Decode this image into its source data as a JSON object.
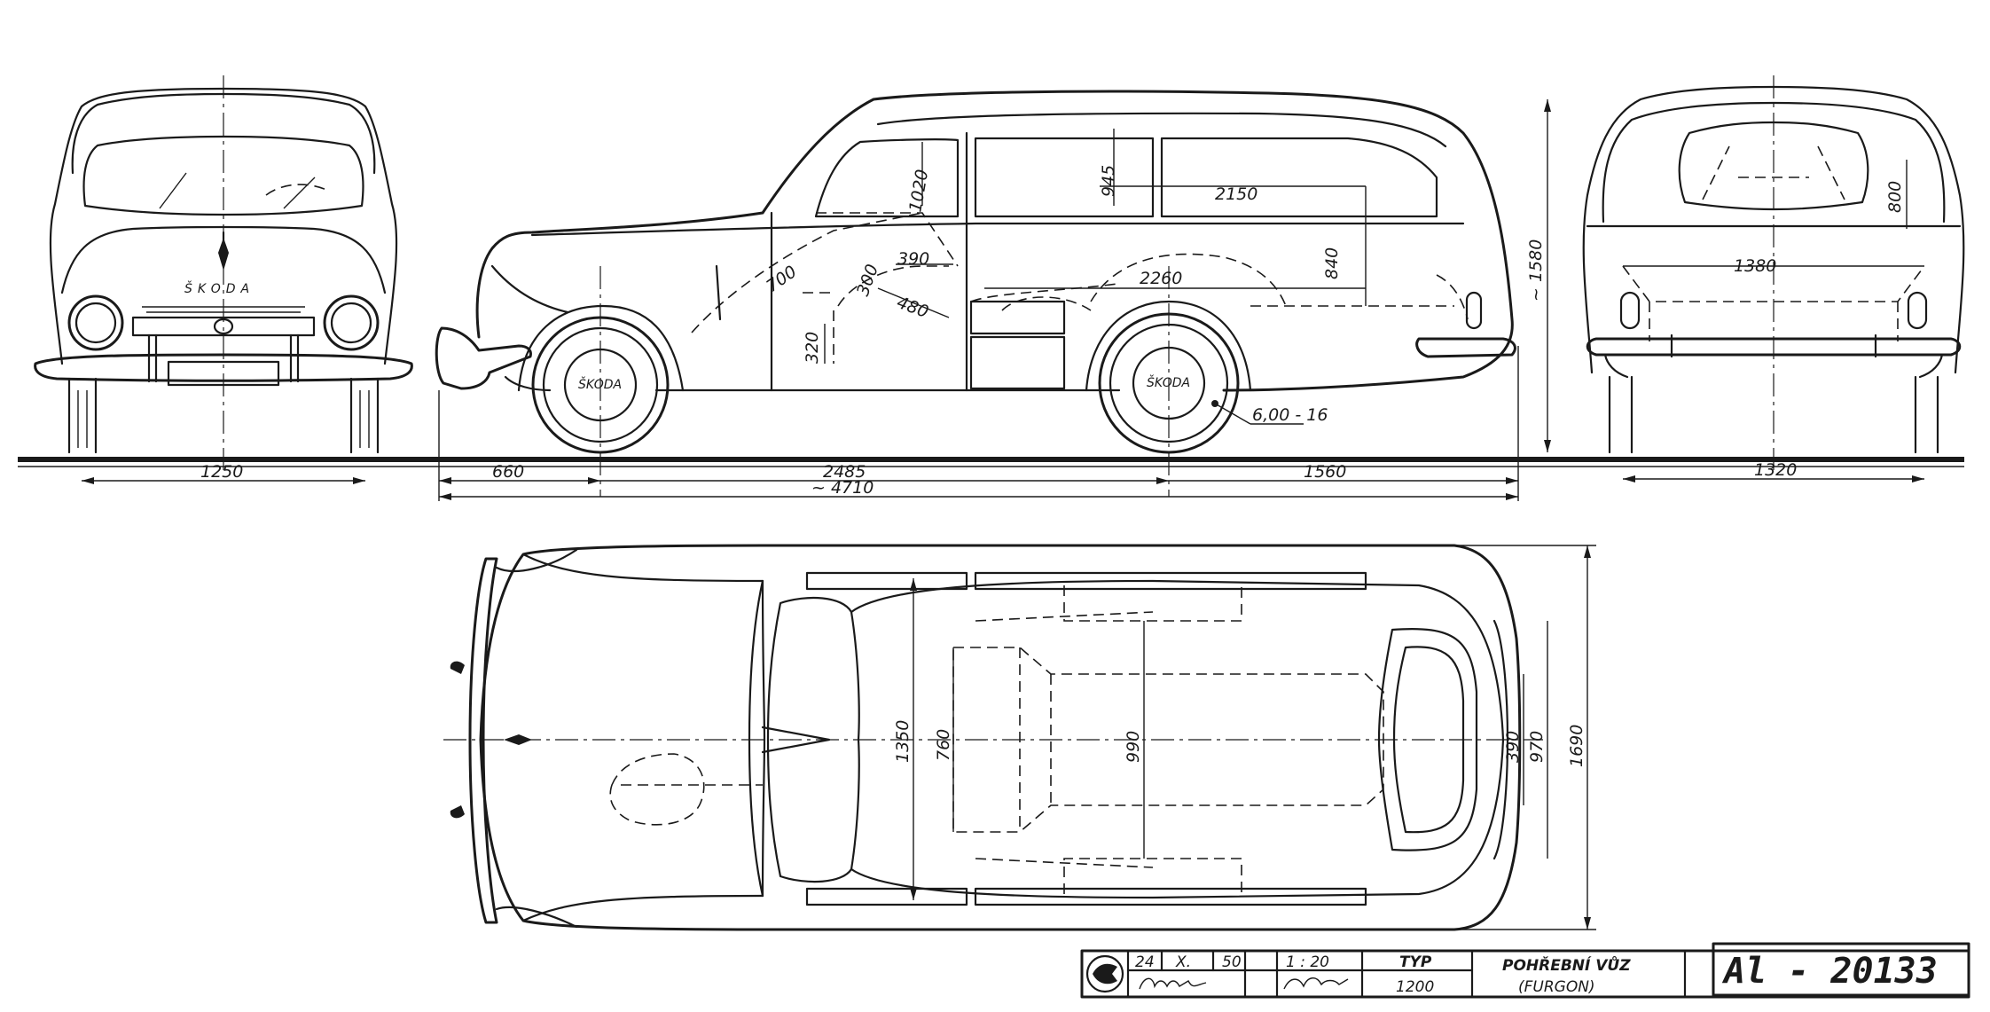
{
  "dimensions": {
    "front_track": "1250",
    "rear_track": "1320",
    "front_overhang": "660",
    "wheelbase": "2485",
    "overall_length": "~ 4710",
    "rear_length": "1560",
    "overall_height": "~ 1580",
    "tyre": "6,00 - 16",
    "door_window_height": "1020",
    "side_window_height": "945",
    "roof_length": "2150",
    "cargo_length": "2260",
    "cargo_height": "840",
    "d_390": "390",
    "d_480": "480",
    "d_700": "700",
    "d_300": "300",
    "d_320": "320",
    "rear_height": "800",
    "rear_opening_width": "1380",
    "plan_1350": "1350",
    "plan_760": "760",
    "plan_990": "990",
    "plan_390": "390",
    "plan_970": "970",
    "overall_width": "1690"
  },
  "badge": "ŠKODA",
  "wheel_badge": "ŠKODA",
  "title_block": {
    "date_day": "24",
    "date_month": "X.",
    "date_year": "50",
    "scale": "1 : 20",
    "typ_label": "TYP",
    "typ_value": "1200",
    "title": "POHŘEBNÍ VŮZ",
    "subtitle": "(FURGON)",
    "drawing_number": "Al - 20133"
  }
}
